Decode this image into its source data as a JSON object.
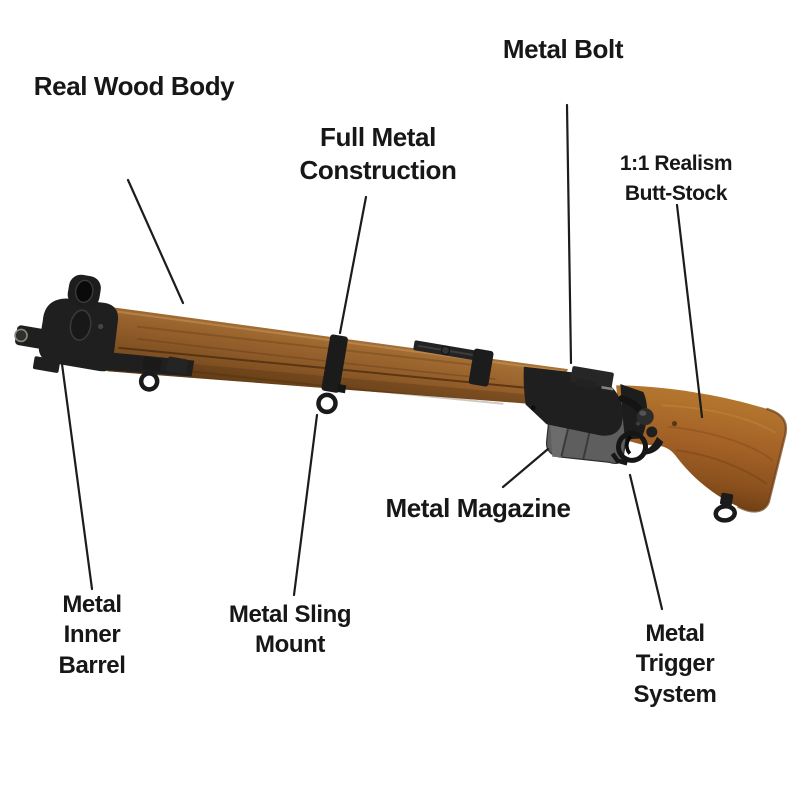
{
  "page": {
    "type": "product-feature-diagram",
    "subject": "bolt-action rifle with real wood stock and black metal fittings, shown muzzle-left at a downward diagonal"
  },
  "colors": {
    "bg": "#ffffff",
    "label_text": "#171717",
    "leader_line": "#1c1c1c",
    "wood_light": "#a97436",
    "wood_dark": "#6b4318",
    "butt_wood": "#a5692a",
    "metal_black": "#1f1f1f",
    "magazine_gray": "#5e5e5e"
  },
  "callouts": [
    {
      "id": "real-wood-body",
      "text": "Real Wood Body"
    },
    {
      "id": "full-metal-construction",
      "text": "Full Metal\nConstruction"
    },
    {
      "id": "metal-bolt",
      "text": "Metal Bolt"
    },
    {
      "id": "realism-butt-stock",
      "text": "1:1 Realism\nButt-Stock"
    },
    {
      "id": "metal-magazine",
      "text": "Metal Magazine"
    },
    {
      "id": "metal-inner-barrel",
      "text": "Metal\nInner\nBarrel"
    },
    {
      "id": "metal-sling-mount",
      "text": "Metal Sling\nMount"
    },
    {
      "id": "metal-trigger-system",
      "text": "Metal\nTrigger\nSystem"
    }
  ]
}
